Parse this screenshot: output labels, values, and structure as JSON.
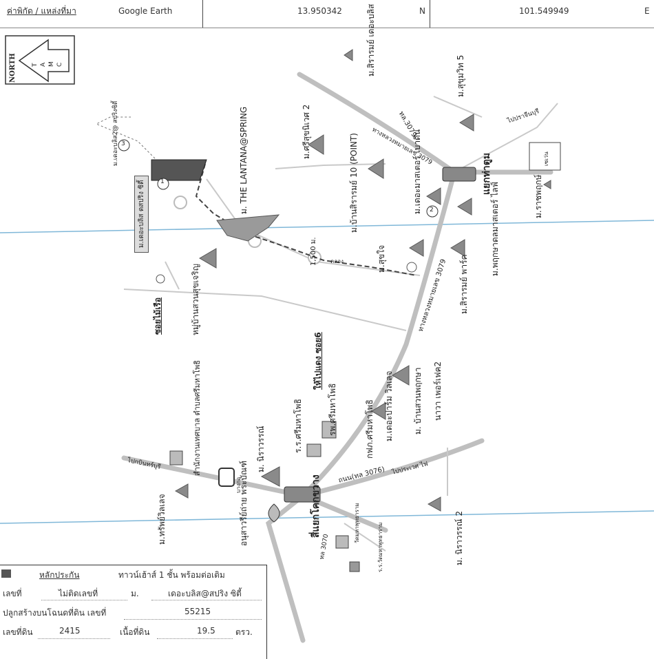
{
  "header": {
    "coord_label": "ค่าพิกัด / แหล่งที่มา",
    "source": "Google Earth",
    "lat": "13.950342",
    "lat_dir": "N",
    "lon": "101.549949",
    "lon_dir": "E"
  },
  "compass": {
    "north": "NORTH",
    "letters": [
      "T",
      "A",
      "M",
      "C"
    ]
  },
  "places": {
    "lantana": "ม. THE LANTANA@SPRING",
    "marker1_box": "ม.เดอะบลิส ดสปริง ซิตี้",
    "marker3_text": "ม.เดอะบลิส2@ สปริงซิตี้",
    "num1": "1",
    "num2": "2",
    "num3": "3",
    "sirarom_dclassic": "ม.สิรารมย์ เดอะบลิส",
    "sukhumvit5": "ม.สุขุมวิท 5",
    "rachapruk": "ม.ราชพฤกษ์",
    "sevenEleven": "เซเว่น",
    "saeng_tha_toom": "แยกท่าตูม",
    "klong_rim": "ไปปราจีนบุรี",
    "road_3079_top": "ทล.3079",
    "road_3079_name": "ทางหลวงหมายเลข 3079",
    "sirisuk2": "ม.ศรีสุขนิเวศ 2",
    "baan_sirarom10": "ม.บ้านสิรารมย์ 10 (POINT)",
    "dedream_city": "ม.เดอะมาสเตอร์ เบาดีน",
    "master_ville": "ม.พฤกษาดลมาสเตอร์ ไลฟ์",
    "sirarom_park": "ม.สิรารมย์ พาร์ค",
    "sukjai": "ม.สุขใจ",
    "moo_baan_tiew": "หมู่บ้านสวนสุขเจริญ",
    "soi_mai_tue": "ซอยไม้เรือ",
    "distance": "1,500 ม.",
    "klong_label": "คลอง",
    "hua_ta_kae_soi6": "ให้ไปแดง ซอย6",
    "baan_suan_pruksa": "ม. บ้านสวนพฤกษา",
    "nava_ville": "นาวา เพอร์เฟค2",
    "de_classic_vichet": "ม.เดอะปาร์ม วิลเลจ",
    "kor_sor_nak": "กฟภ.ศรีมหาโพธิ",
    "sri_maha_pho_hosp": "รพ.ศรีมหาโพธิ",
    "ror_ror_sri": "ร.ร.ศรีมหาโพธิ",
    "niraramon": "ม. นิราวรรณ์",
    "office_sri": "สำนักงานเทศบาล ตำบลศรีมหาโพธิ",
    "prachin_road": "ไปกบินทร์บุรี",
    "tap_vilage": "ม.ทรัพย์วิลเลจ",
    "monument": "อนุสาวรีย์ถ่าย พระบัณฑ์",
    "ban_gai": "บางกอ",
    "saeng_kok_krua": "สี่แยกโคกขวาง",
    "road_3076": "ถนน(ทล 3076)",
    "road_3070": "ทล 3070",
    "to_road_fai": "ไปประเวศ ไฟ",
    "niraramon2": "ม. นิราวรรณ์ 2",
    "wat": "วัดมหาพุทธาราม",
    "wat_school": "ร.ร.วัดมหาพุทธาราม"
  },
  "info": {
    "collateral_label": "หลักประกัน",
    "type": "ทาวน์เฮ้าส์ 1 ชั้น พร้อมต่อเติม",
    "house_no_label": "เลขที่",
    "house_no": "ไม่ติดเลขที่",
    "village_label": "ม.",
    "village": "เดอะบลิส@สปริง ซิตี้",
    "built_label": "ปลูกสร้างบนโฉนดที่ดิน เลขที่",
    "deed_no": "55215",
    "land_no_label": "เลขที่ดิน",
    "land_no": "2415",
    "area_label": "เนื้อที่ดิน",
    "area": "19.5",
    "area_unit": "ตรว."
  }
}
